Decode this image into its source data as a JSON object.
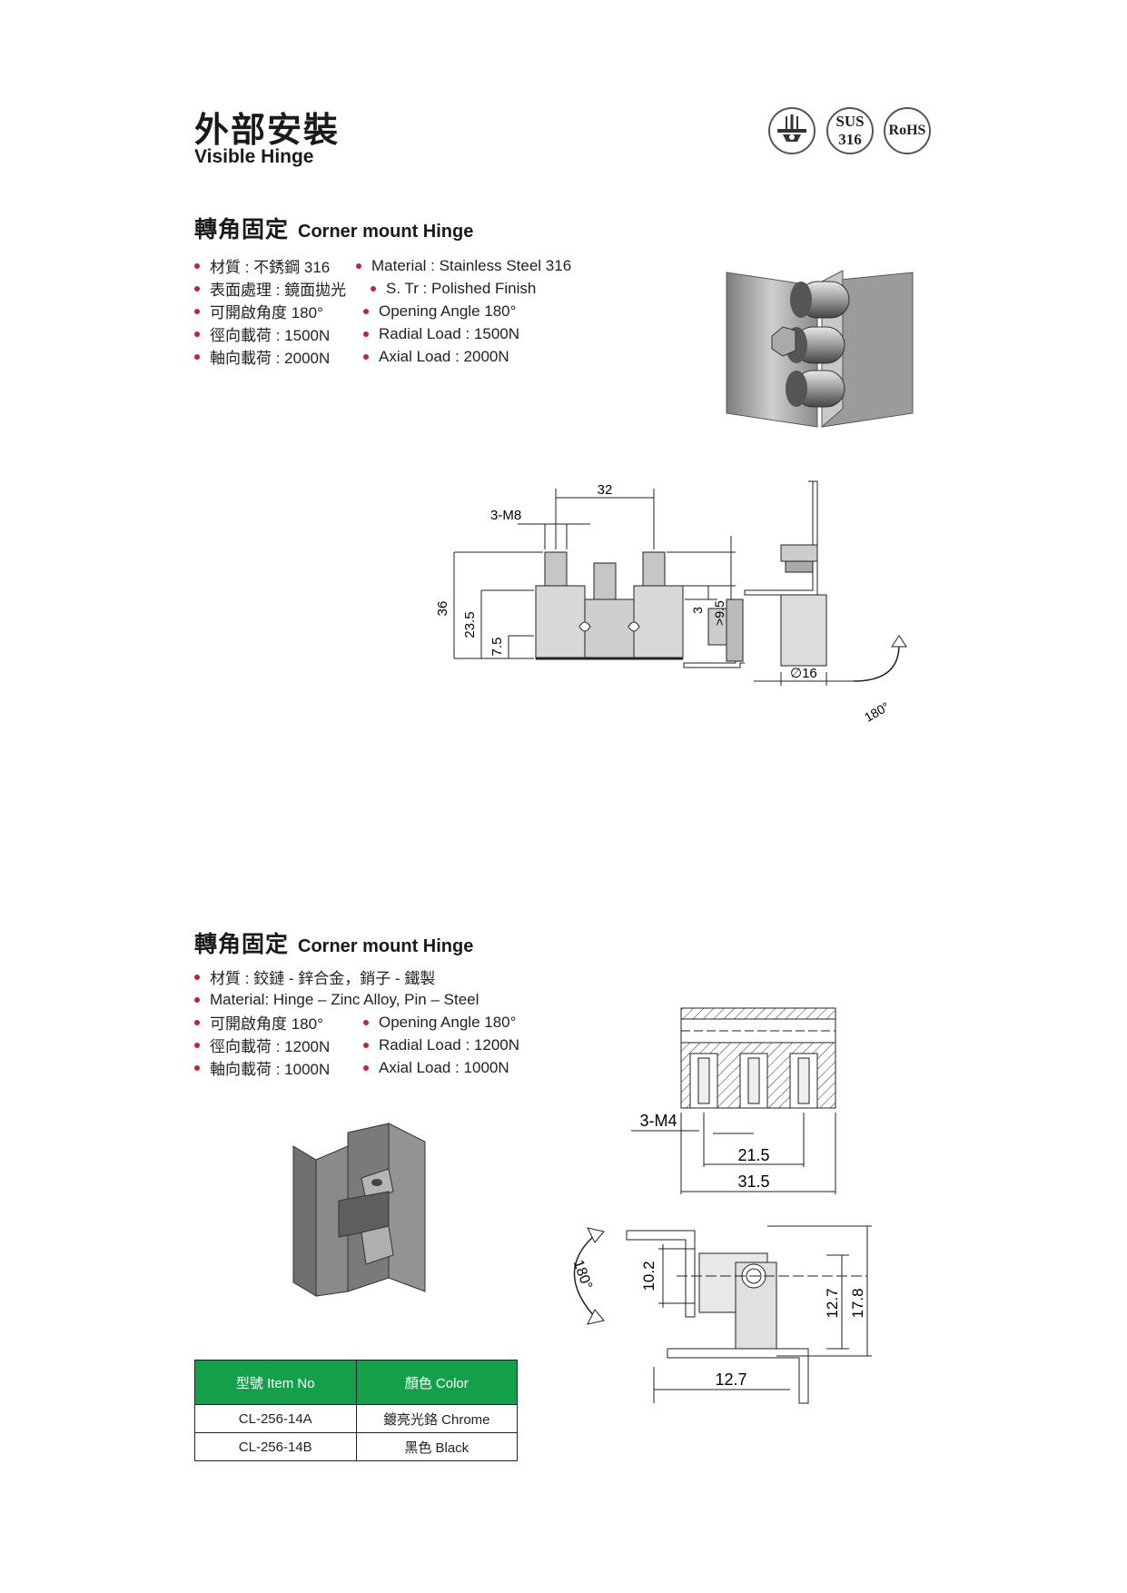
{
  "header": {
    "title_zh": "外部安裝",
    "title_en": "Visible Hinge",
    "badges": {
      "sus_line1": "SUS",
      "sus_line2": "316",
      "rohs": "RoHS"
    }
  },
  "section1": {
    "title_zh": "轉角固定",
    "title_en": "Corner mount Hinge",
    "specs_zh": [
      "材質 : 不銹鋼 316",
      "表面處理 : 鏡面拋光",
      "可開啟角度 180°",
      "徑向載荷 : 1500N",
      "軸向載荷 : 2000N"
    ],
    "specs_en": [
      "Material : Stainless Steel 316",
      "S. Tr : Polished Finish",
      "Opening Angle 180°",
      "Radial Load : 1500N",
      "Axial Load : 2000N"
    ],
    "drawing": {
      "dim_32": "32",
      "dim_thread": "3-M8",
      "dim_36": "36",
      "dim_23_5": "23.5",
      "dim_7_5": "7.5",
      "dim_3": "3",
      "dim_9_5": ">9.5",
      "dim_dia": "∅16",
      "angle": "180°"
    }
  },
  "section2": {
    "title_zh": "轉角固定",
    "title_en": "Corner mount Hinge",
    "spec_line1": "材質 : 鉸鏈 - 鋅合金，銷子 - 鐵製",
    "spec_line2": "Material: Hinge – Zinc Alloy, Pin – Steel",
    "specs_zh": [
      "可開啟角度 180°",
      "徑向載荷 : 1200N",
      "軸向載荷 : 1000N"
    ],
    "specs_en": [
      "Opening Angle 180°",
      "Radial Load : 1200N",
      "Axial Load : 1000N"
    ],
    "drawing": {
      "dim_thread": "3-M4",
      "dim_21_5": "21.5",
      "dim_31_5": "31.5",
      "dim_10_2": "10.2",
      "dim_12_7_v": "12.7",
      "dim_17_8": "17.8",
      "dim_12_7_h": "12.7",
      "angle": "180°"
    }
  },
  "table": {
    "headers": [
      "型號 Item No",
      "顏色 Color"
    ],
    "rows": [
      [
        "CL-256-14A",
        "鍍亮光鉻 Chrome"
      ],
      [
        "CL-256-14B",
        "黑色 Black"
      ]
    ]
  },
  "colors": {
    "bullet": "#c0272d",
    "table_header": "#14a04a"
  }
}
